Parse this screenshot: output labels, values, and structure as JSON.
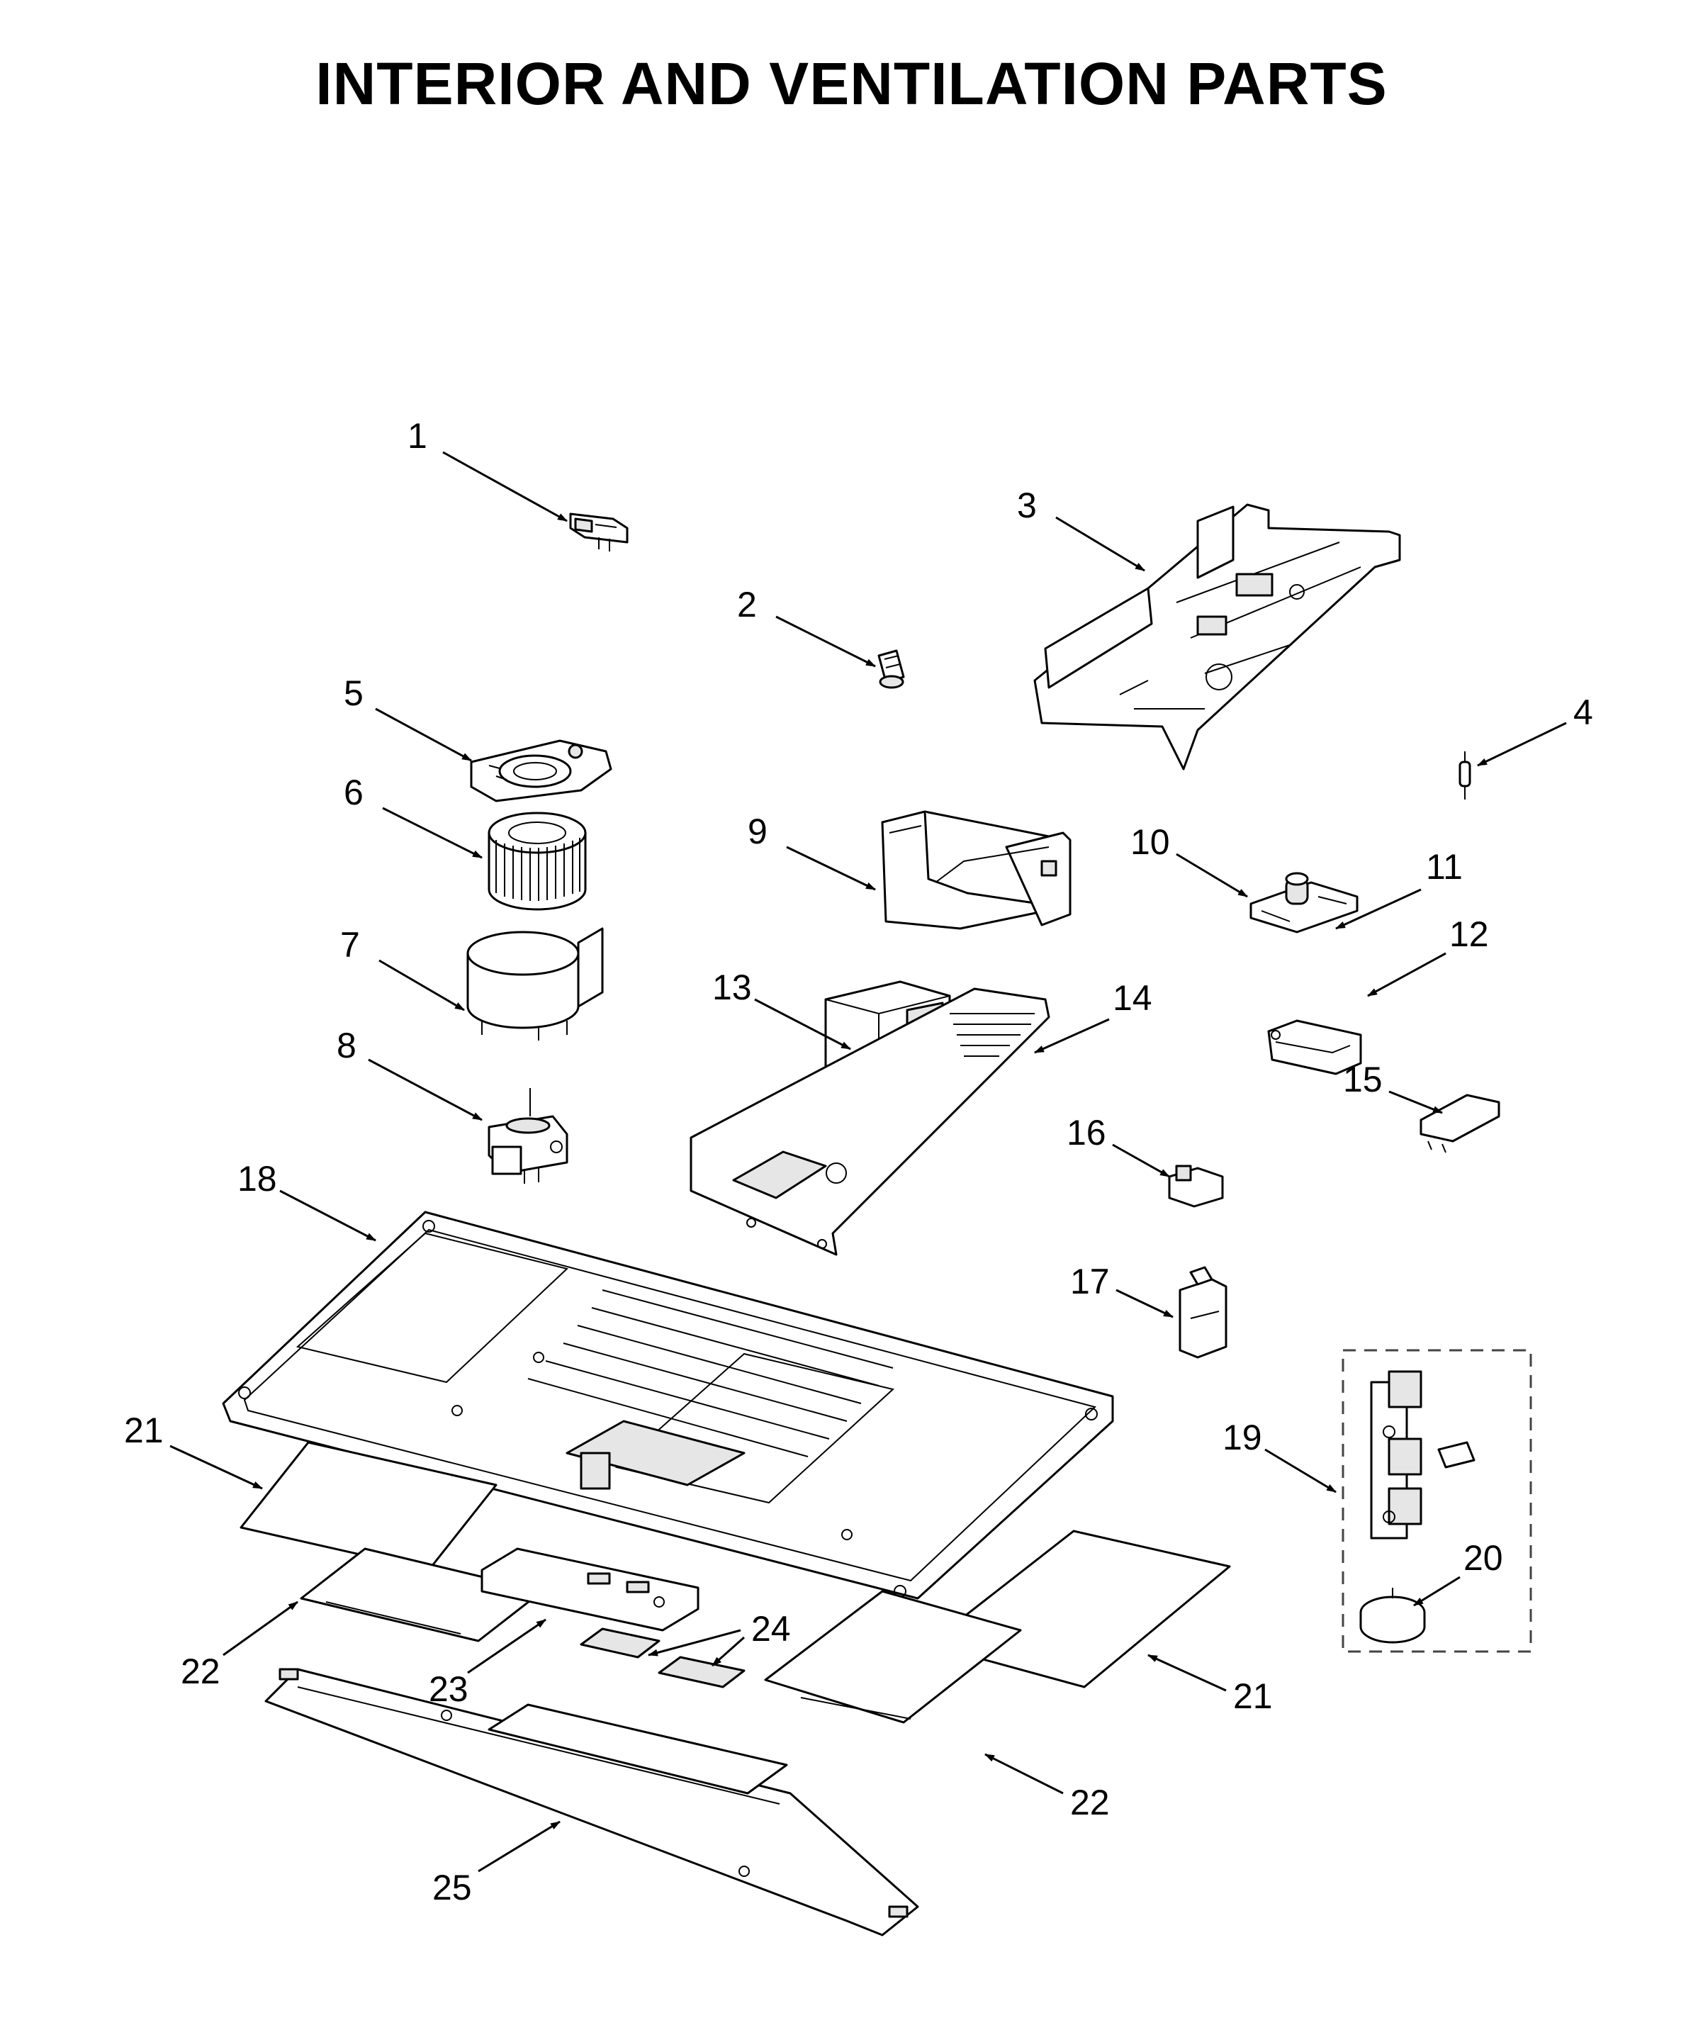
{
  "title": "INTERIOR AND VENTILATION PARTS",
  "callouts": [
    {
      "id": "1",
      "label": "1"
    },
    {
      "id": "2",
      "label": "2"
    },
    {
      "id": "3",
      "label": "3"
    },
    {
      "id": "4",
      "label": "4"
    },
    {
      "id": "5",
      "label": "5"
    },
    {
      "id": "6",
      "label": "6"
    },
    {
      "id": "7",
      "label": "7"
    },
    {
      "id": "8",
      "label": "8"
    },
    {
      "id": "9",
      "label": "9"
    },
    {
      "id": "10",
      "label": "10"
    },
    {
      "id": "11",
      "label": "11"
    },
    {
      "id": "12",
      "label": "12"
    },
    {
      "id": "13",
      "label": "13"
    },
    {
      "id": "14",
      "label": "14"
    },
    {
      "id": "15",
      "label": "15"
    },
    {
      "id": "16",
      "label": "16"
    },
    {
      "id": "17",
      "label": "17"
    },
    {
      "id": "18",
      "label": "18"
    },
    {
      "id": "19",
      "label": "19"
    },
    {
      "id": "20",
      "label": "20"
    },
    {
      "id": "21a",
      "label": "21"
    },
    {
      "id": "21b",
      "label": "21"
    },
    {
      "id": "22a",
      "label": "22"
    },
    {
      "id": "22b",
      "label": "22"
    },
    {
      "id": "23",
      "label": "23"
    },
    {
      "id": "24",
      "label": "24"
    },
    {
      "id": "25",
      "label": "25"
    }
  ]
}
